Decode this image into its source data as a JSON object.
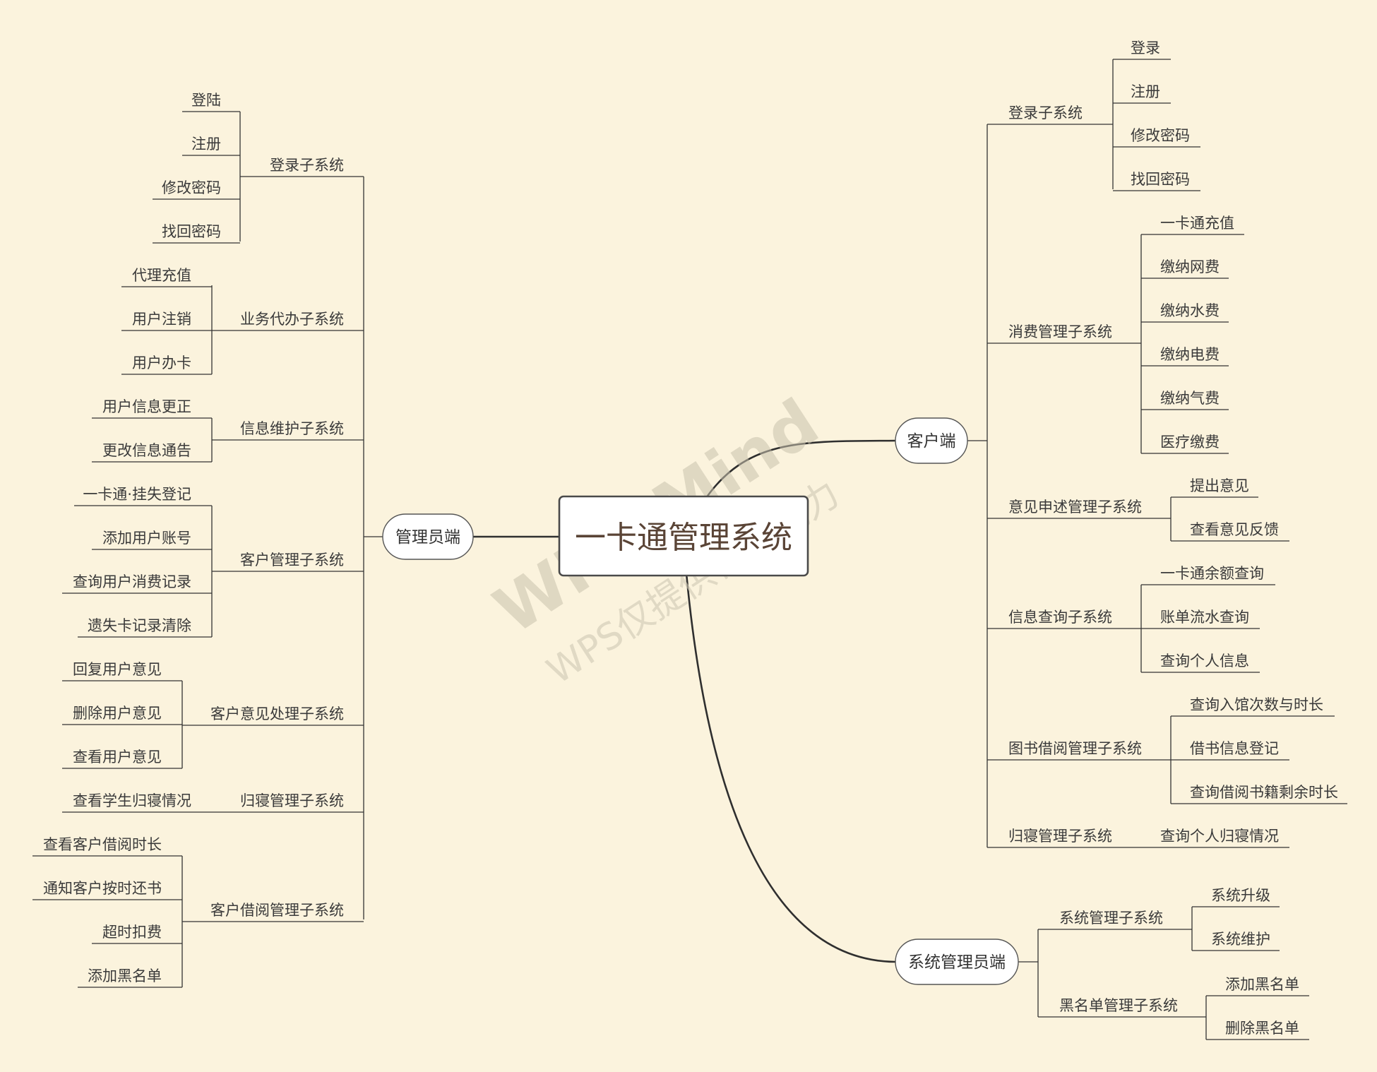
{
  "root": "一卡通管理系统",
  "watermark": {
    "brand": "WPS Mind",
    "note": "WPS仅提供作图能力"
  },
  "branches": {
    "admin": {
      "label": "管理员端",
      "subs": [
        {
          "label": "登录子系统",
          "items": [
            "登陆",
            "注册",
            "修改密码",
            "找回密码"
          ]
        },
        {
          "label": "业务代办子系统",
          "items": [
            "代理充值",
            "用户注销",
            "用户办卡"
          ]
        },
        {
          "label": "信息维护子系统",
          "items": [
            "用户信息更正",
            "更改信息通告"
          ]
        },
        {
          "label": "客户管理子系统",
          "items": [
            "一卡通·挂失登记",
            "添加用户账号",
            "查询用户消费记录",
            "遗失卡记录清除"
          ]
        },
        {
          "label": "客户意见处理子系统",
          "items": [
            "回复用户意见",
            "删除用户意见",
            "查看用户意见"
          ]
        },
        {
          "label": "归寝管理子系统",
          "items": [
            "查看学生归寝情况"
          ]
        },
        {
          "label": "客户借阅管理子系统",
          "items": [
            "查看客户借阅时长",
            "通知客户按时还书",
            "超时扣费",
            "添加黑名单"
          ]
        }
      ]
    },
    "client": {
      "label": "客户端",
      "subs": [
        {
          "label": "登录子系统",
          "items": [
            "登录",
            "注册",
            "修改密码",
            "找回密码"
          ]
        },
        {
          "label": "消费管理子系统",
          "items": [
            "一卡通充值",
            "缴纳网费",
            "缴纳水费",
            "缴纳电费",
            "缴纳气费",
            "医疗缴费"
          ]
        },
        {
          "label": "意见申述管理子系统",
          "items": [
            "提出意见",
            "查看意见反馈"
          ]
        },
        {
          "label": "信息查询子系统",
          "items": [
            "一卡通余额查询",
            "账单流水查询",
            "查询个人信息"
          ]
        },
        {
          "label": "图书借阅管理子系统",
          "items": [
            "查询入馆次数与时长",
            "借书信息登记",
            "查询借阅书籍剩余时长"
          ]
        },
        {
          "label": "归寝管理子系统",
          "items": [
            "查询个人归寝情况"
          ]
        }
      ]
    },
    "sysadmin": {
      "label": "系统管理员端",
      "subs": [
        {
          "label": "系统管理子系统",
          "items": [
            "系统升级",
            "系统维护"
          ]
        },
        {
          "label": "黑名单管理子系统",
          "items": [
            "添加黑名单",
            "删除黑名单"
          ]
        }
      ]
    }
  }
}
